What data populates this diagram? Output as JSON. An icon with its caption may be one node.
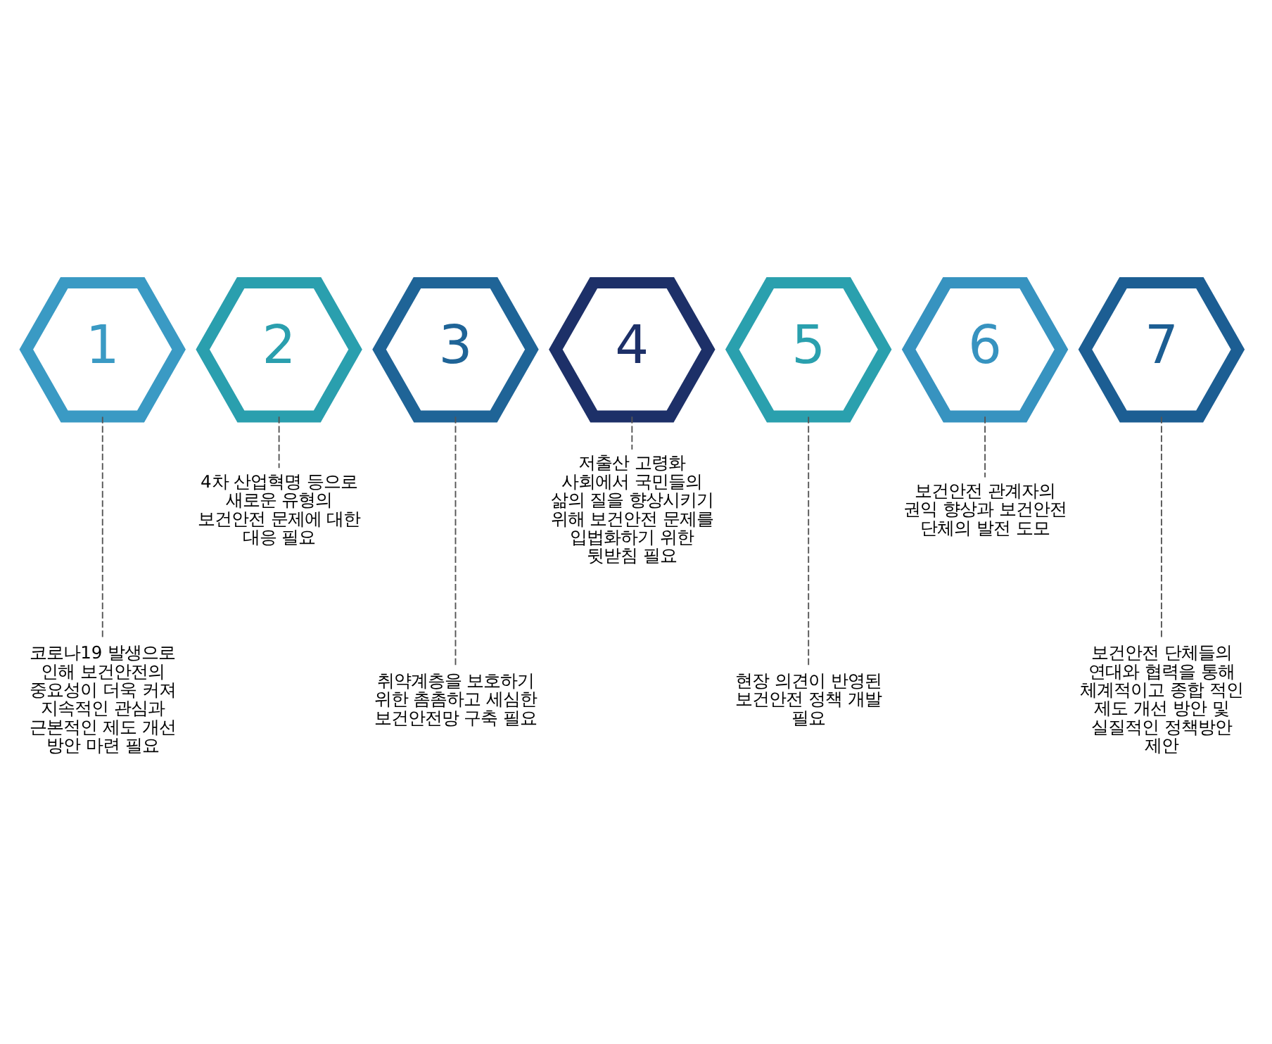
{
  "diagram": {
    "nodes": [
      {
        "text": [
          "1"
        ]
      },
      {
        "text": [
          "2"
        ]
      },
      {
        "text": [
          "3"
        ]
      },
      {
        "text": [
          "4"
        ]
      },
      {
        "text": [
          "5"
        ]
      },
      {
        "text": [
          "6"
        ]
      },
      {
        "text": [
          "7"
        ]
      },
      {
        "text": [
          "코로나19 발생으로 인해 보건안전의 중요성이 더욱 커져 지속적인 관심과 근본적인 제도 개선 방안 마련 필요"
        ]
      },
      {
        "text": [
          "4차 산업혁명 등으로 새로운 유형의 보건안전 문제에 대한 대응 필요"
        ]
      },
      {
        "text": [
          "취약계층을 보호하기 위한 촘촘하고 세심한 보건안전망 구축 필요"
        ]
      },
      {
        "text": [
          "저출산 고령화 사회에서 국민들의 삶의 질을 향상시키기 위해 보건안전 문제를 입법화하기 위한 뒷받침 필요"
        ]
      },
      {
        "text": [
          "현장 의견이 반영된 보건안전 정책 개발 필요"
        ]
      },
      {
        "text": [
          "보건안전 관계자의 권익 향상과 보건안전 단체의 발전 도모"
        ]
      },
      {
        "text": [
          "보건안전 단체들의 연대와 협력을 통해 체계적이고 종합 적인 제도 개선 방안 및 실질적인 정책방안 제안"
        ]
      }
    ],
    "edges": [
      {
        "from": 0,
        "to": 7,
        "arrow": "none",
        "style": "dashed"
      },
      {
        "from": 1,
        "to": 8,
        "arrow": "none",
        "style": "dashed"
      },
      {
        "from": 2,
        "to": 9,
        "arrow": "none",
        "style": "dashed"
      },
      {
        "from": 3,
        "to": 10,
        "arrow": "none",
        "style": "dashed"
      },
      {
        "from": 4,
        "to": 11,
        "arrow": "none",
        "style": "dashed"
      },
      {
        "from": 5,
        "to": 12,
        "arrow": "none",
        "style": "dashed"
      },
      {
        "from": 6,
        "to": 13,
        "arrow": "none",
        "style": "dashed"
      }
    ]
  }
}
